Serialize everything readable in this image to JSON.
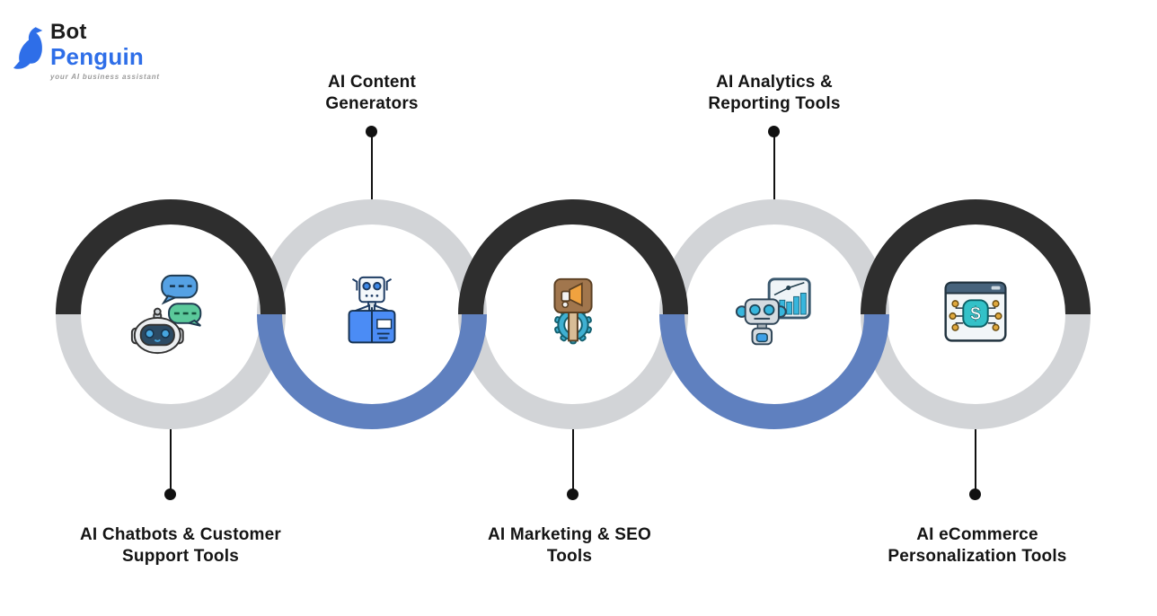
{
  "page": {
    "background": "#ffffff"
  },
  "logo": {
    "brand_top": "Bot",
    "brand_bottom": "Penguin",
    "tagline": "your AI business assistant"
  },
  "colors": {
    "ring_dark": "#2e2e2e",
    "ring_gray": "#d2d4d7",
    "ring_blue": "#5f80bf",
    "connector": "#111111",
    "label_text": "#141414",
    "logo_black": "#1c1c1c",
    "logo_blue": "#2e6ee8",
    "tagline_gray": "#9a9a9a"
  },
  "items": [
    {
      "id": "ai-chatbots",
      "label": "AI Chatbots & Customer Support Tools",
      "label_line1": "AI Chatbots & Customer",
      "label_line2": "Support Tools",
      "label_position": "below",
      "icon": "chatbot-with-speech-bubbles",
      "ring_top": "dark",
      "ring_bottom": "gray"
    },
    {
      "id": "ai-content-generators",
      "label": "AI Content Generators",
      "label_line1": "AI Content",
      "label_line2": "Generators",
      "label_position": "above",
      "icon": "robot-reading-book",
      "ring_top": "gray",
      "ring_bottom": "blue"
    },
    {
      "id": "ai-marketing-seo",
      "label": "AI Marketing & SEO Tools",
      "label_line1": "AI Marketing & SEO",
      "label_line2": "Tools",
      "label_position": "below",
      "icon": "megaphone-sign-with-gear",
      "ring_top": "dark",
      "ring_bottom": "gray"
    },
    {
      "id": "ai-analytics",
      "label": "AI Analytics & Reporting Tools",
      "label_line1": "AI Analytics &",
      "label_line2": "Reporting Tools",
      "label_position": "above",
      "icon": "robot-with-analytics-chart",
      "ring_top": "gray",
      "ring_bottom": "blue"
    },
    {
      "id": "ai-ecommerce",
      "label": "AI eCommerce Personalization Tools",
      "label_line1": "AI eCommerce",
      "label_line2": "Personalization Tools",
      "label_position": "below",
      "icon": "browser-window-dollar-chip",
      "ring_top": "dark",
      "ring_bottom": "gray"
    }
  ]
}
